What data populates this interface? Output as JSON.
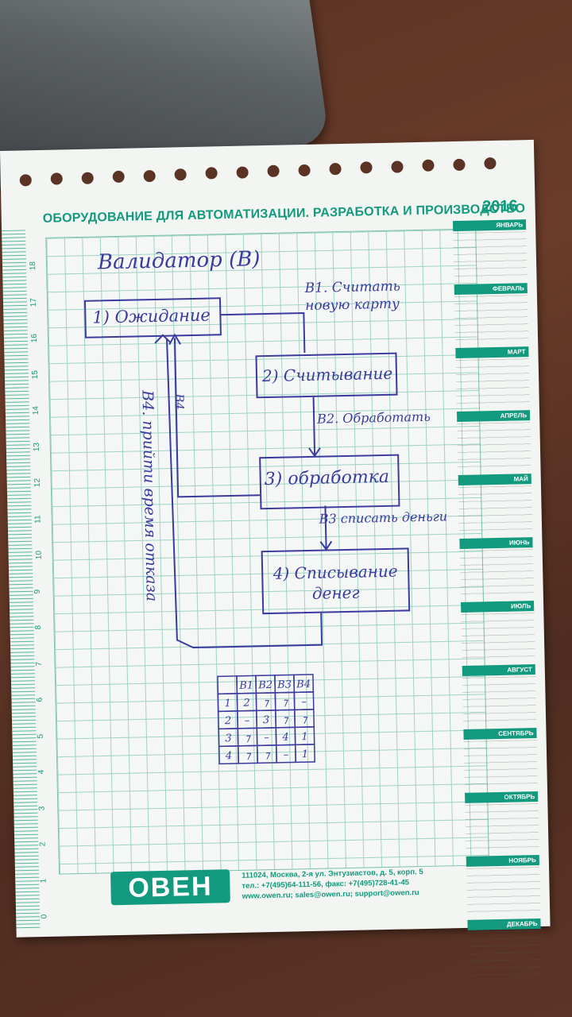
{
  "paper": {
    "header": "ОБОРУДОВАНИЕ ДЛЯ АВТОМАТИЗАЦИИ. РАЗРАБОТКА И ПРОИЗВОДСТВО",
    "year": "2016",
    "ruler_numbers": [
      "18",
      "17",
      "16",
      "15",
      "14",
      "13",
      "12",
      "11",
      "10",
      "9",
      "8",
      "7",
      "6",
      "5",
      "4",
      "3",
      "2",
      "1",
      "0"
    ],
    "calendar_months": [
      "ЯНВАРЬ",
      "ФЕВРАЛЬ",
      "МАРТ",
      "АПРЕЛЬ",
      "МАЙ",
      "ИЮНЬ",
      "ИЮЛЬ",
      "АВГУСТ",
      "СЕНТЯБРЬ",
      "ОКТЯБРЬ",
      "НОЯБРЬ",
      "ДЕКАБРЬ"
    ],
    "logo": "OBEH",
    "footer_lines": [
      "111024, Москва, 2-я ул. Энтузиастов, д. 5, корп. 5",
      "тел.: +7(495)64-111-56, факс: +7(495)728-41-45",
      "www.owen.ru; sales@owen.ru; support@owen.ru"
    ]
  },
  "sketch": {
    "title": "Валидатор (В)",
    "states": [
      {
        "label": "1) Ожидание"
      },
      {
        "label": "2) Считывание"
      },
      {
        "label": "3) обработка"
      },
      {
        "label": "4) Списывание денег"
      }
    ],
    "transitions": {
      "b1": "В1. Считать новую карту",
      "b2": "В2. Обработать",
      "b3": "В3 списать деньги",
      "b4": "В4",
      "b4_long": "В4. прийти время отказа"
    },
    "table": {
      "header": [
        "",
        "В1",
        "В2",
        "В3",
        "В4"
      ],
      "rows": [
        [
          "1",
          "2",
          "⁊",
          "⁊",
          "–"
        ],
        [
          "2",
          "–",
          "3",
          "⁊",
          "⁊"
        ],
        [
          "3",
          "⁊",
          "–",
          "4",
          "1"
        ],
        [
          "4",
          "⁊",
          "⁊",
          "–",
          "1"
        ]
      ]
    }
  },
  "colors": {
    "ink": "#3b3a9e",
    "brand": "#139a7e"
  }
}
